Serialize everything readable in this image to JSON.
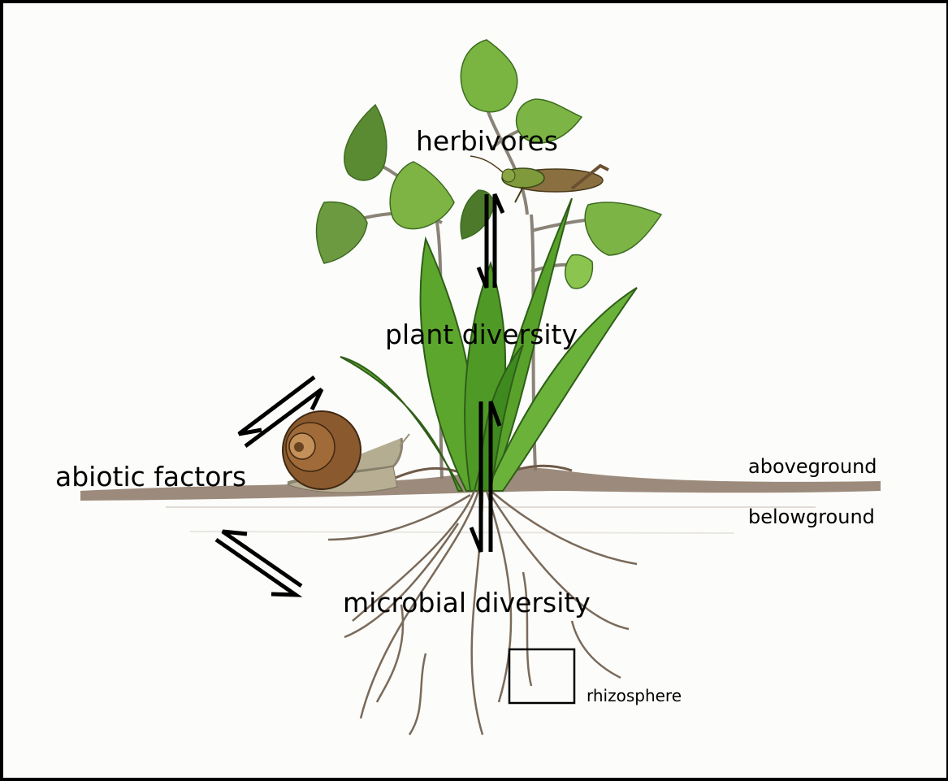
{
  "labels": {
    "herbivores": "herbivores",
    "plant_diversity": "plant diversity",
    "abiotic_factors": "abiotic factors",
    "microbial_diversity": "microbial diversity",
    "aboveground": "aboveground",
    "belowground": "belowground",
    "rhizosphere": "rhizosphere"
  },
  "illustrations": {
    "organisms": [
      "grasshopper",
      "snail",
      "plant"
    ],
    "colors": {
      "leaf": "#6fa83a",
      "leaf_dark": "#3f7a22",
      "soil": "#8b7765",
      "root": "#7a6a5a",
      "snail_shell": "#8a5a2e",
      "grasshopper": "#7f9a3a"
    }
  }
}
